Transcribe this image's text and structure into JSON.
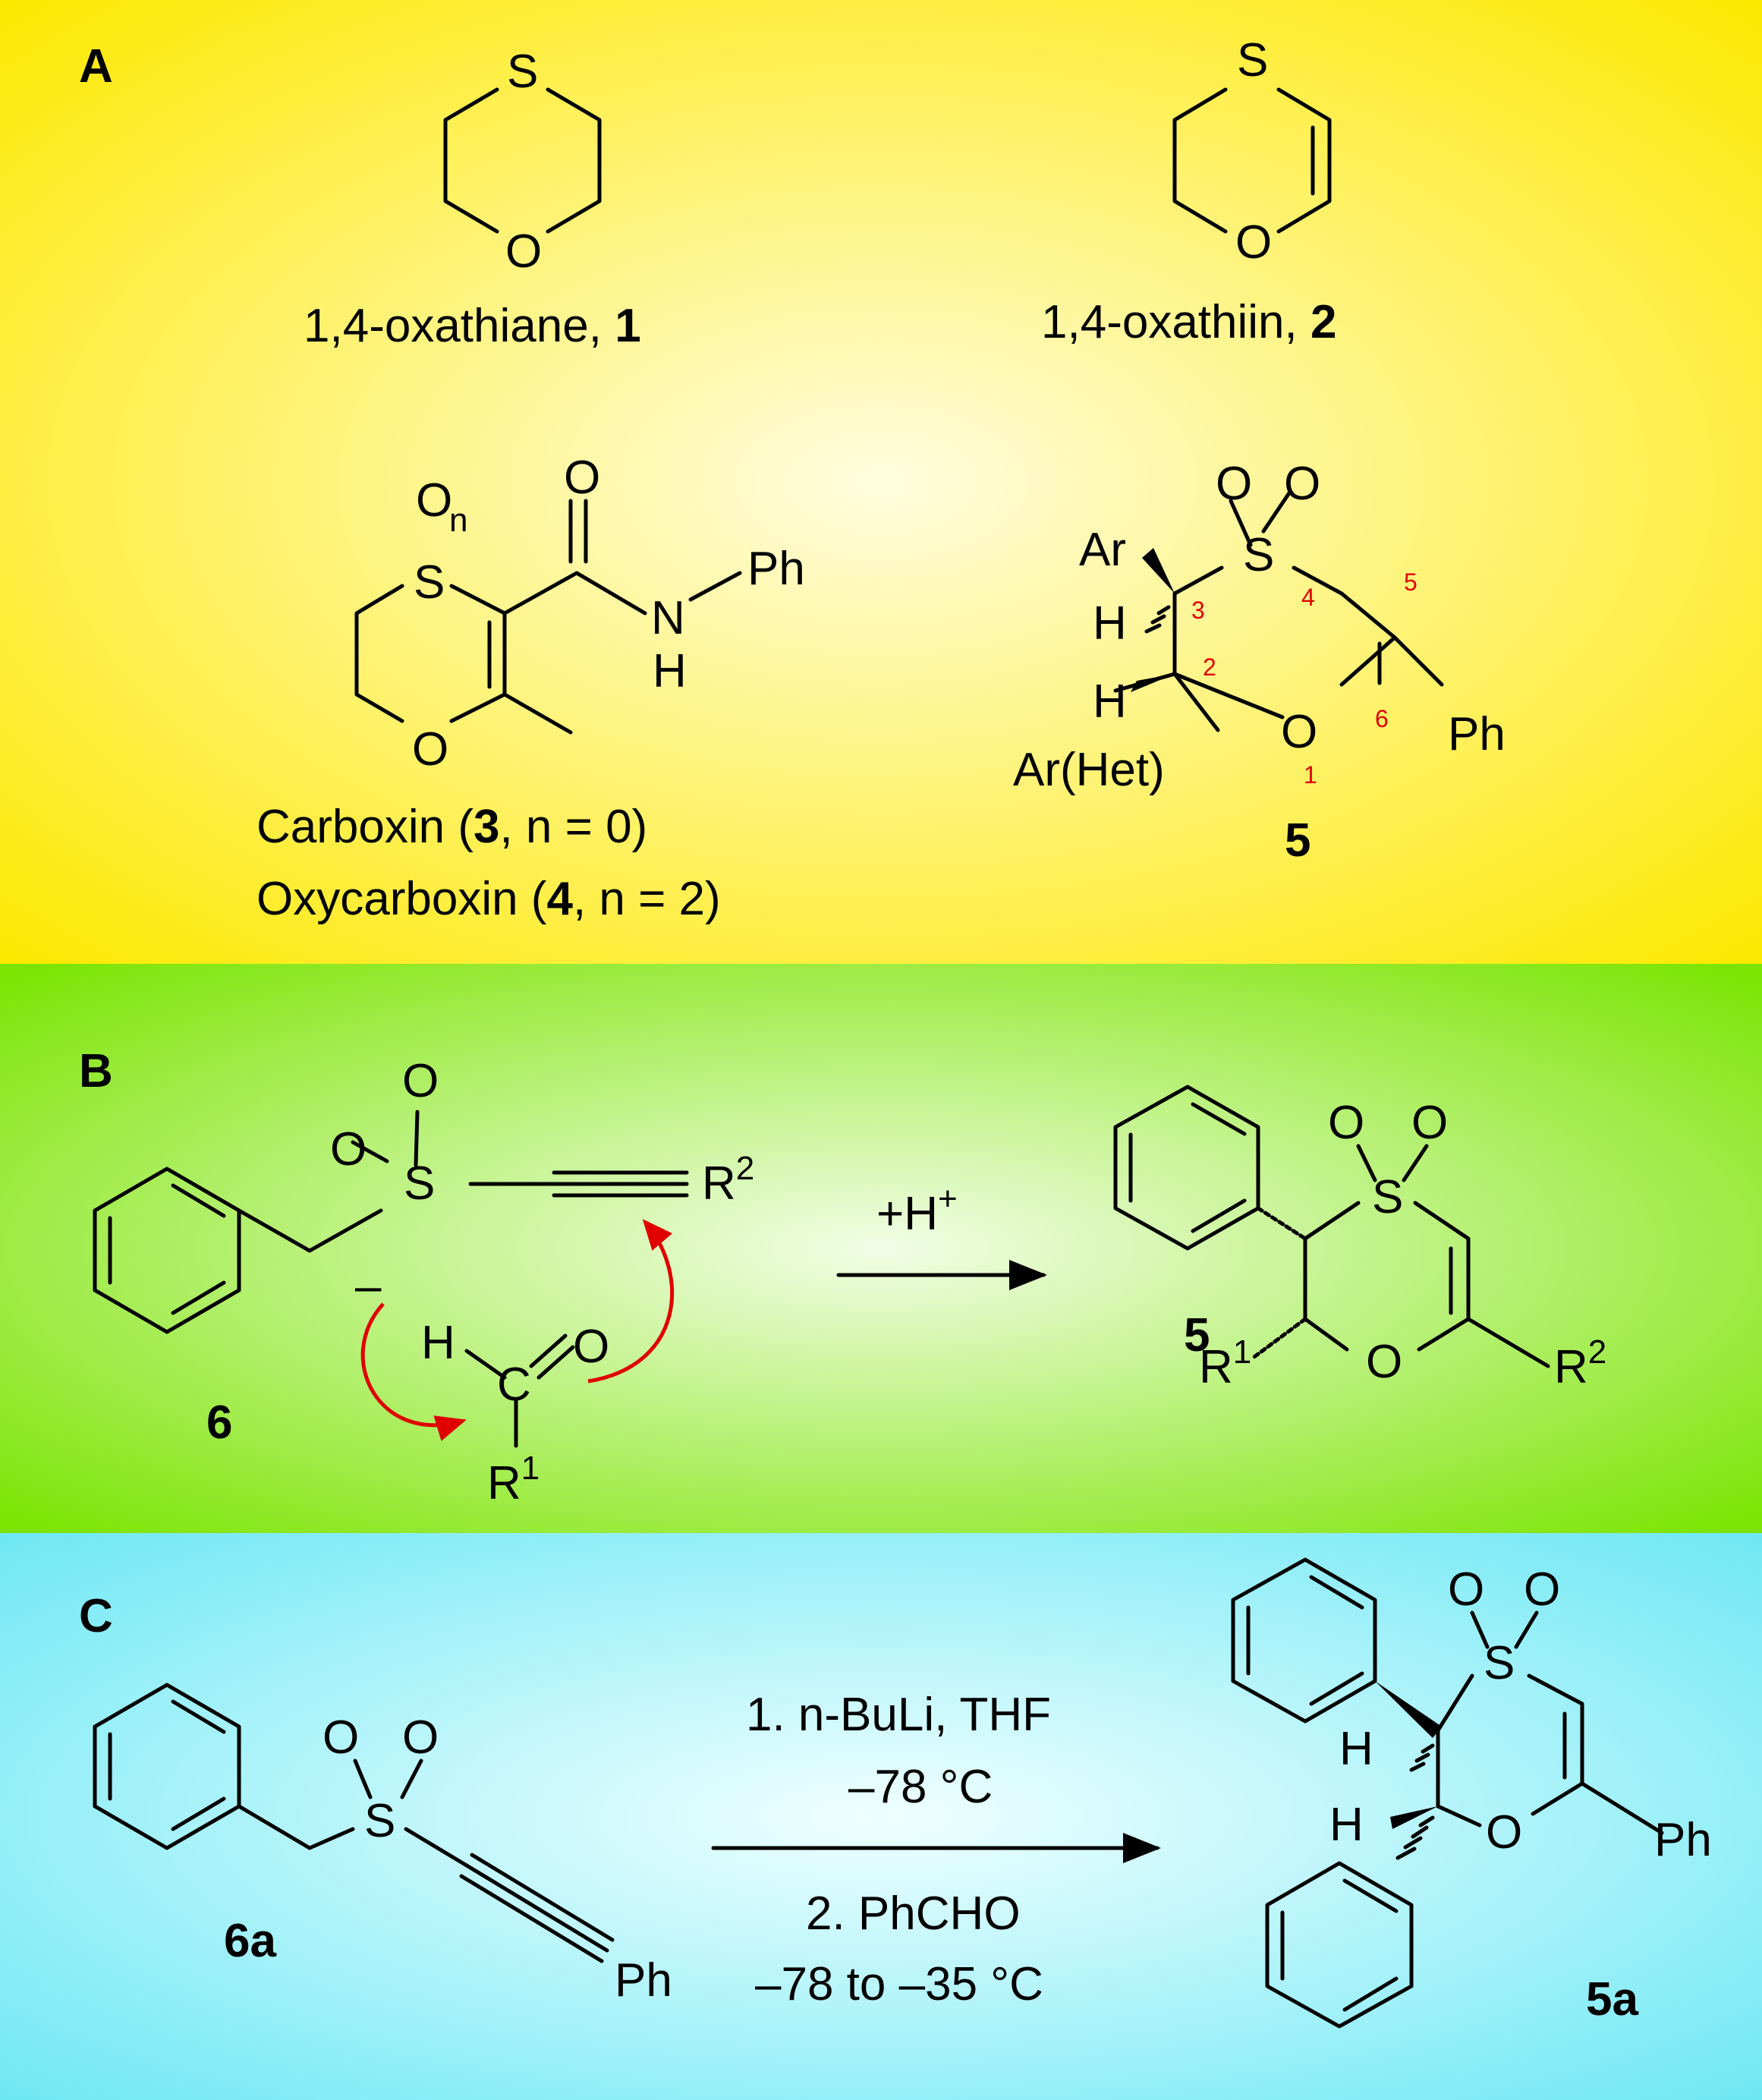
{
  "colors": {
    "panel_a_center": "#fffde0",
    "panel_a_edge": "#fde800",
    "panel_b_center": "#f2fde6",
    "panel_b_edge": "#7ae400",
    "panel_c_center": "#f0ffff",
    "panel_c_edge": "#6fe8f4",
    "arrow_red": "#e00000"
  },
  "panels": {
    "a": {
      "letter": "A"
    },
    "b": {
      "letter": "B"
    },
    "c": {
      "letter": "C"
    }
  },
  "atoms": {
    "S": "S",
    "O": "O",
    "N": "N",
    "H": "H",
    "Ph": "Ph",
    "Ar": "Ar",
    "Ar_het": "Ar(Het)",
    "R": "R",
    "C": "C",
    "On_O": "O",
    "On_n": "n",
    "sup1": "1",
    "sup2": "2",
    "plus": "+",
    "minus": "–"
  },
  "compounds": {
    "c1": {
      "name": "1,4-oxathiane, ",
      "num": "1"
    },
    "c2": {
      "name": "1,4-oxathiin, ",
      "num": "2"
    },
    "c3": {
      "pre": "Carboxin (",
      "num": "3",
      "post": ", n = 0)"
    },
    "c4": {
      "pre": "Oxycarboxin (",
      "num": "4",
      "post": ", n = 2)"
    },
    "c5": "5",
    "c6": "6",
    "c5b": "5",
    "c6a": "6a",
    "c5a": "5a"
  },
  "ring_numbers": [
    "1",
    "2",
    "3",
    "4",
    "5",
    "6"
  ],
  "reagents": {
    "b_arrow": "+H",
    "b_arrow_sup": "+",
    "c_line1": "1. n-BuLi, THF",
    "c_line2": "–78 °C",
    "c_line3": "2. PhCHO",
    "c_line4": "–78 to –35 °C"
  }
}
